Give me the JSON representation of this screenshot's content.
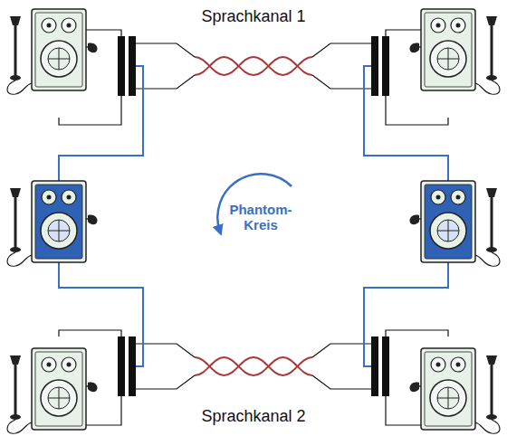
{
  "diagram": {
    "labels": [
      "Sprachkanal 1",
      "Phantom- Kreis",
      "Sprachkanal 2"
    ]
  }
}
